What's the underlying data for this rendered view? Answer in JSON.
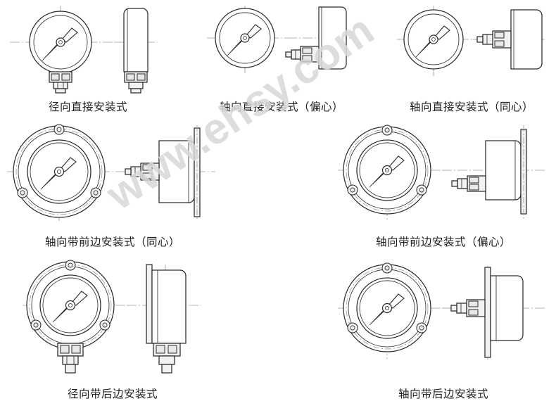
{
  "page": {
    "background_color": "#ffffff",
    "line_color": "#2b2b2b",
    "centerline_color": "#9a9a9a",
    "watermark": {
      "text": "www.ehsy.com",
      "color": "#d8d8d8",
      "rotation_deg": -34
    }
  },
  "figures": [
    {
      "id": "radial-direct",
      "caption": "径向直接安装式",
      "mount_type": "radial",
      "connection": "direct",
      "connection_position": "bottom",
      "flange": "none",
      "views": [
        "front",
        "side"
      ],
      "bolt_holes": 0
    },
    {
      "id": "axial-direct-eccentric",
      "caption": "轴向直接安装式（偏心）",
      "mount_type": "axial",
      "connection": "direct",
      "connection_position": "rear-lower",
      "flange": "none",
      "views": [
        "front",
        "side"
      ],
      "bolt_holes": 0
    },
    {
      "id": "axial-direct-concentric",
      "caption": "轴向直接安装式（同心）",
      "mount_type": "axial",
      "connection": "direct",
      "connection_position": "rear-center",
      "flange": "none",
      "views": [
        "front",
        "side"
      ],
      "bolt_holes": 0
    },
    {
      "id": "axial-front-flange-concentric",
      "caption": "轴向带前边安装式（同心）",
      "mount_type": "axial",
      "connection": "rear-center",
      "flange": "front",
      "views": [
        "front",
        "side"
      ],
      "bolt_holes": 3
    },
    {
      "id": "axial-front-flange-eccentric",
      "caption": "轴向带前边安装式（偏心）",
      "mount_type": "axial",
      "connection": "rear-lower",
      "flange": "front",
      "views": [
        "front",
        "side"
      ],
      "bolt_holes": 3
    },
    {
      "id": "radial-back-flange",
      "caption": "径向带后边安装式",
      "mount_type": "radial",
      "connection": "bottom",
      "flange": "back",
      "views": [
        "front",
        "side"
      ],
      "bolt_holes": 3
    },
    {
      "id": "axial-back-flange",
      "caption": "轴向带后边安装式",
      "mount_type": "axial",
      "connection": "rear-center",
      "flange": "back",
      "views": [
        "front",
        "side"
      ],
      "bolt_holes": 3
    }
  ]
}
